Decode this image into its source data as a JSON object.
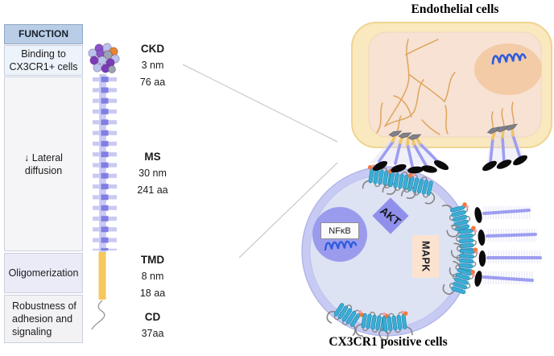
{
  "table": {
    "header": "FUNCTION",
    "rows": [
      {
        "label": "Binding to CX3CR1+ cells"
      },
      {
        "label": "↓ Lateral diffusion"
      },
      {
        "label": "Oligomerization"
      },
      {
        "label": "Robustness of adhesion and signaling"
      }
    ]
  },
  "molecule": {
    "domains": [
      {
        "abbr": "CKD",
        "size": "3 nm",
        "length": "76 aa"
      },
      {
        "abbr": "MS",
        "size": "30 nm",
        "length": "241 aa"
      },
      {
        "abbr": "TMD",
        "size": "8 nm",
        "length": "18 aa"
      },
      {
        "abbr": "CD",
        "length": "37aa"
      }
    ]
  },
  "diagram": {
    "endothelial_title": "Endothelial cells",
    "cx3cr1_title": "CX3CR1 positive cells",
    "molecules": {
      "nfkb": "NFκB",
      "akt": "AKT",
      "mapk": "MAPK"
    }
  },
  "colors": {
    "table_header_bg": "#b9cde6",
    "ms_stalk_light": "#c9c9f3",
    "ms_stalk_dark": "#7f7fe2",
    "tmd_yellow": "#f6c75e",
    "receptor_teal": "#3baed5",
    "bound_stalk_purple": "#9d9df0",
    "endothelial_fill": "#fae8be",
    "endothelial_cytoplasm": "#f7e2d3",
    "endothelial_nucleus": "#f3cba7",
    "cx3cr1_membrane": "#c7cbf3",
    "cx3cr1_cytoplasm": "#dde3f3",
    "cx3cr1_nucleus": "#9b9bee",
    "akt_bg": "#9090ec",
    "mapk_bg": "#fbe3d0",
    "dna_blue": "#2f5bdc",
    "filament_orange": "#e0a45c"
  }
}
